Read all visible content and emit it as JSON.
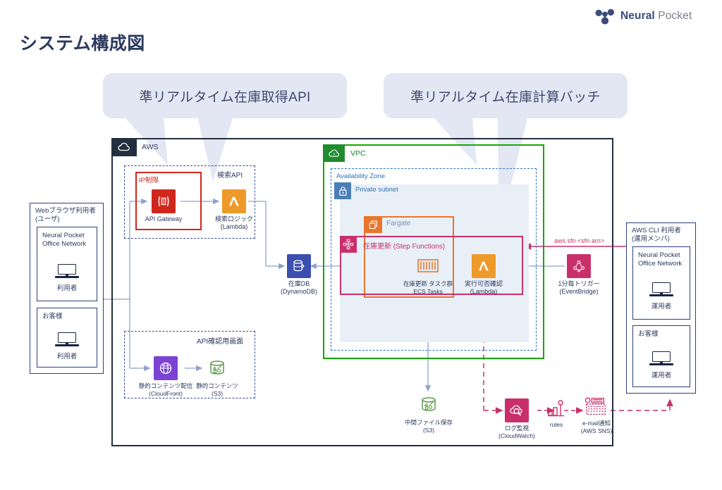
{
  "logo": {
    "neural": "Neural",
    "pocket": "Pocket",
    "mark_icon": "network-dots-logo-icon"
  },
  "page_title": "システム構成図",
  "bubbles": [
    {
      "label": "準リアルタイム在庫取得API"
    },
    {
      "label": "準リアルタイム在庫計算バッチ"
    }
  ],
  "aws": {
    "label": "AWS",
    "icon": "aws-cloud-icon",
    "groups": {
      "search_api": "検索API",
      "ip_restriction": "IP制限",
      "api_check_screen": "API確認用画面"
    }
  },
  "vpc": {
    "label": "VPC",
    "icon": "vpc-cloud-icon",
    "availability_zone": "Availability Zone",
    "private_subnet": "Private subnet",
    "private_subnet_icon": "lock-icon",
    "fargate": {
      "label": "Fargate",
      "icon": "fargate-icon"
    },
    "step_functions": {
      "label": "在庫更新 (Step Functions)",
      "icon": "step-functions-icon"
    }
  },
  "services": {
    "api_gateway": {
      "label": "API Gateway",
      "icon": "api-gateway-icon"
    },
    "search_lambda": {
      "line1": "検索ロジック",
      "line2": "(Lambda)",
      "icon": "lambda-icon"
    },
    "dynamodb": {
      "line1": "在庫DB",
      "line2": "(DynamoDB)",
      "icon": "dynamodb-icon"
    },
    "cloudfront": {
      "line1": "静的コンテンツ配信",
      "line2": "(CloudFront)",
      "icon": "cloudfront-icon"
    },
    "s3_static": {
      "line1": "静的コンテンツ",
      "line2": "(S3)",
      "icon": "s3-bucket-icon"
    },
    "ecs_tasks": {
      "line1": "在庫更新 タスク群",
      "line2": "ECS Tasks",
      "icon": "ecs-tasks-icon"
    },
    "exec_lambda": {
      "line1": "実行可否確認",
      "line2": "(Lambda)",
      "icon": "lambda-icon"
    },
    "eventbridge": {
      "line1": "1分毎トリガー",
      "line2": "(EventBridge)",
      "icon": "eventbridge-icon"
    },
    "s3_intermediate": {
      "line1": "中間ファイル保存",
      "line2": "(S3)",
      "icon": "s3-bucket-icon"
    },
    "cloudwatch": {
      "line1": "ログ監視",
      "line2": "(CloudWatch)",
      "icon": "cloudwatch-icon"
    },
    "rules": {
      "line1": "rules",
      "line2": "",
      "icon": "rules-icon"
    },
    "sns": {
      "line1": "e-mail通知",
      "line2": "(AWS SNS)",
      "icon": "sns-email-icon"
    }
  },
  "users": {
    "left": {
      "title_line1": "Webブラウザ利用者",
      "title_line2": "(ユーザ)",
      "networks": [
        {
          "title_line1": "Neural Pocket",
          "title_line2": "Office Network",
          "role": "利用者",
          "icon": "laptop-icon"
        },
        {
          "title_line1": "お客様",
          "title_line2": "",
          "role": "利用者",
          "icon": "laptop-icon"
        }
      ]
    },
    "right": {
      "title_line1": "AWS CLI 利用者",
      "title_line2": "(運用メンバ)",
      "networks": [
        {
          "title_line1": "Neural Pocket",
          "title_line2": "Office Network",
          "role": "運用者",
          "icon": "laptop-icon"
        },
        {
          "title_line1": "お客様",
          "title_line2": "",
          "role": "運用者",
          "icon": "laptop-icon"
        }
      ]
    }
  },
  "annotations": {
    "sfn_arn": "aws sfn <sfn arn>"
  },
  "colors": {
    "aws_dark": "#232f3e",
    "vpc_green": "#14a800",
    "subnet_blue": "#2e73b8",
    "fargate_orange": "#e8762c",
    "sfn_pink": "#c9306a",
    "red": "#d0271d",
    "lambda_orange": "#ee9a2b",
    "dynamodb_blue": "#3c4fb0",
    "cloudfront_purple": "#7b42d4",
    "s3_green": "#5e9a4b",
    "bubble_bg": "#e3e6f3",
    "navy_text": "#2b3a5e"
  }
}
